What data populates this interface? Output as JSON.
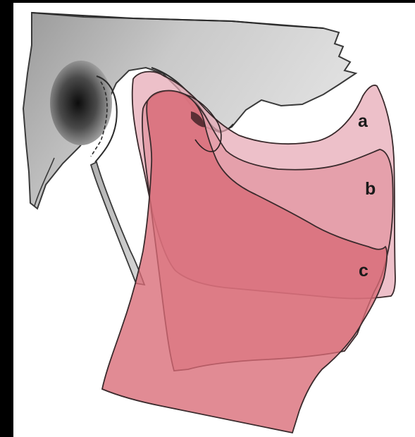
{
  "labels": {
    "a": "a",
    "b": "b",
    "c": "c"
  },
  "colors": {
    "frame_background": "#000000",
    "bone_gray": "#8a8a8a",
    "mandible_a_fill": "#e6a8b4",
    "mandible_b_fill": "#df8a98",
    "mandible_c_fill": "#d96a76",
    "outline": "#3a3a3a"
  }
}
